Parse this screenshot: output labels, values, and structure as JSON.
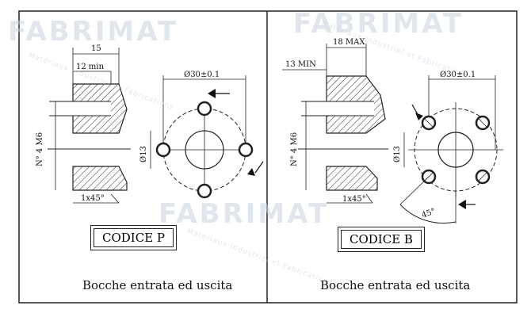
{
  "panels": [
    {
      "codice": "CODICE P",
      "caption": "Bocche entrata ed uscita",
      "dims": {
        "d15": "15",
        "d12min": "12 min",
        "chamfer": "1x45°",
        "thread": "N° 4 M6",
        "d13": "Ø13",
        "d30": "Ø30±0.1"
      }
    },
    {
      "codice": "CODICE B",
      "caption": "Bocche entrata ed uscita",
      "dims": {
        "d18max": "18 MAX",
        "d13min": "13 MIN",
        "chamfer": "1x45°",
        "thread": "N° 4 M6",
        "d13": "Ø13",
        "d30": "Ø30±0.1",
        "angle": "45°"
      }
    }
  ],
  "watermark": {
    "brand": "FABRIMAT",
    "tagline": "Matériaux Industriel et Fabrications"
  }
}
